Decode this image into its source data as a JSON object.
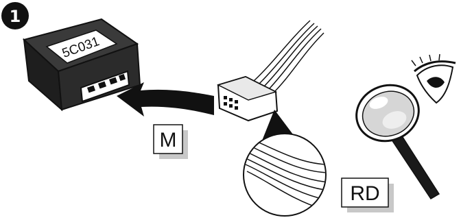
{
  "step_number": "1",
  "module_label": "5C031",
  "labels": {
    "m": "M",
    "rd": "RD"
  },
  "colors": {
    "ink": "#111111",
    "module_body": "#2e2e2e",
    "label_shadow": "#c8c8c8",
    "lens": "#d6d6d6"
  },
  "icons": [
    "step-badge",
    "control-module",
    "insert-arrow",
    "wire-connector",
    "magnifier-icon",
    "eye-icon",
    "wire-detail-circle"
  ]
}
